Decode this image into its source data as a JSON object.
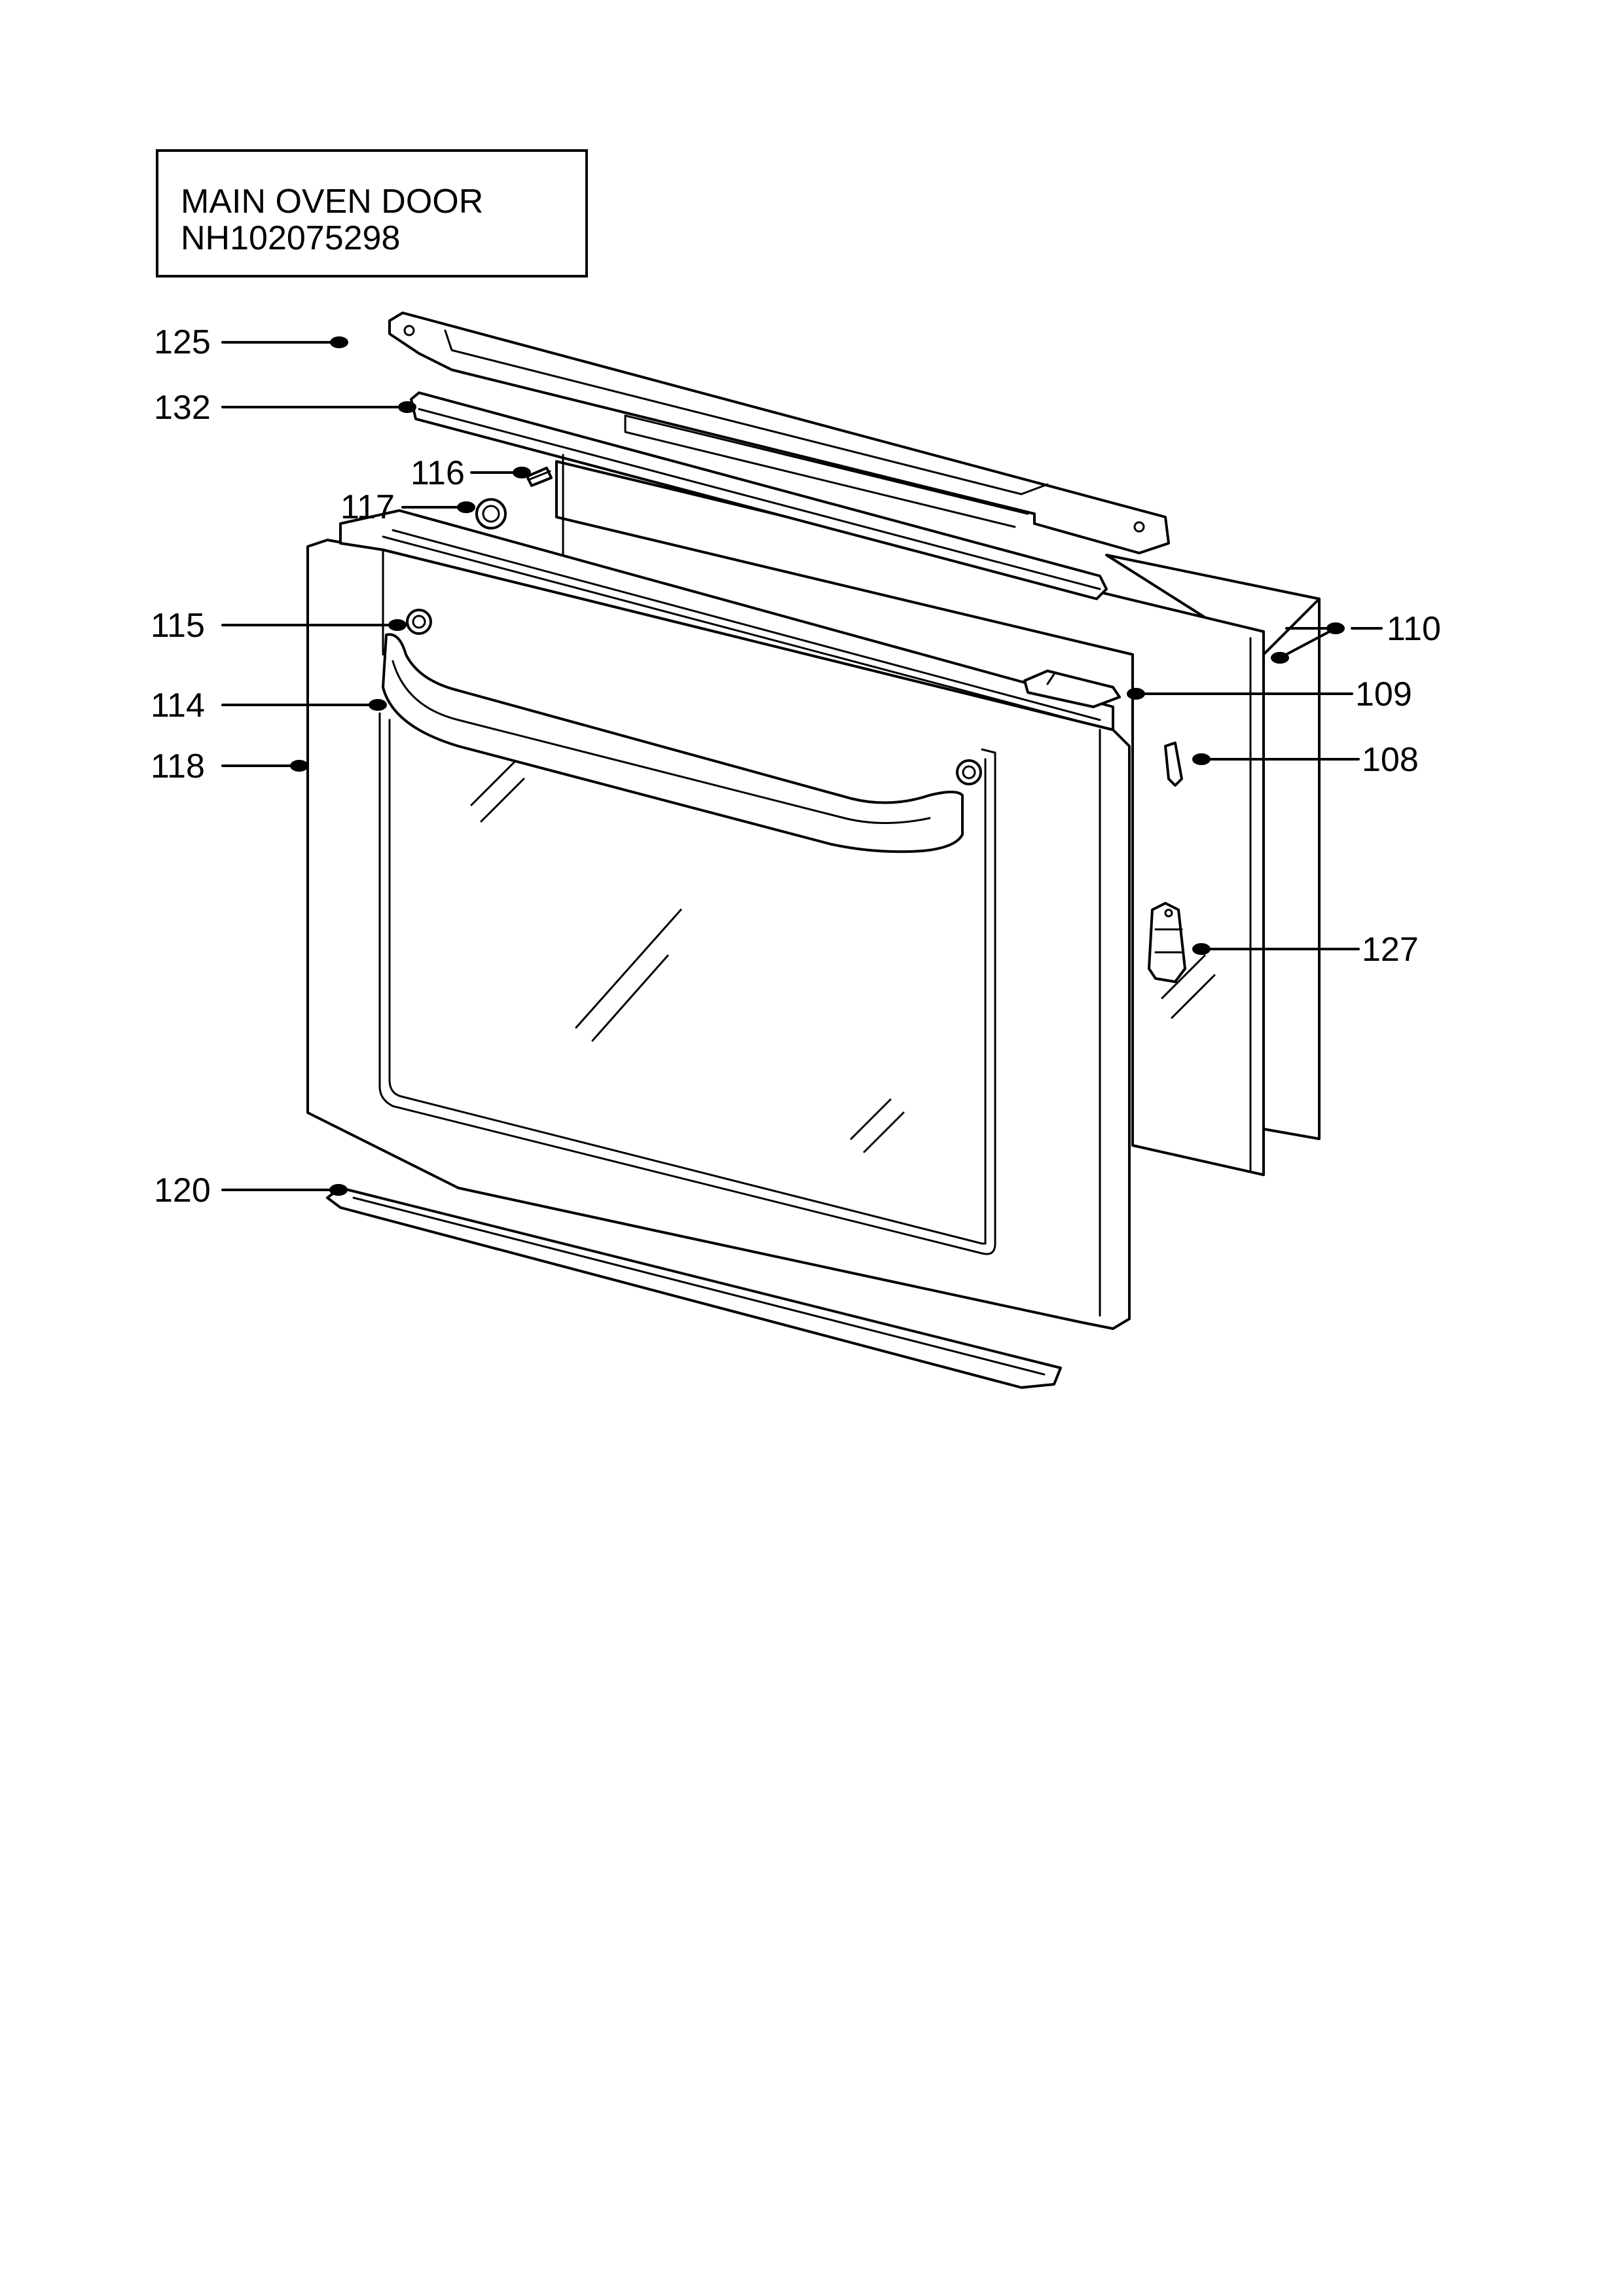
{
  "title": {
    "line1": "MAIN OVEN DOOR",
    "line2": "NH102075298"
  },
  "callouts": [
    "125",
    "132",
    "116",
    "117",
    "115",
    "114",
    "118",
    "120",
    "110",
    "109",
    "108",
    "127"
  ]
}
